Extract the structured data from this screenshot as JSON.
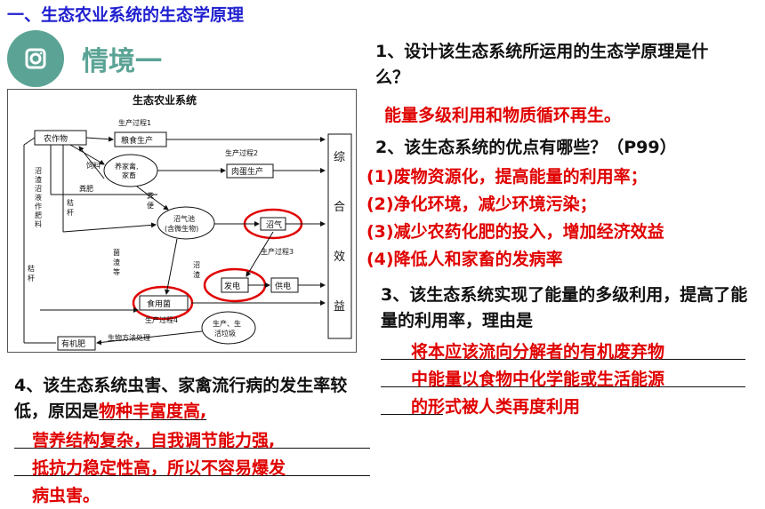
{
  "header": {
    "title": "一、生态农业系统的生态学原理"
  },
  "context": {
    "label": "情境一",
    "icon": "camera-icon"
  },
  "diagram": {
    "title": "生态农业系统",
    "nodes": {
      "crops": "农作物",
      "grain": "粮食生产",
      "livestock_1": "养家禽,",
      "livestock_2": "家畜",
      "meat": "肉蛋生产",
      "biogas_pool_1": "沼气池",
      "biogas_pool_2": "(含微生物)",
      "biogas": "沼气",
      "power": "发电",
      "supply": "供电",
      "fungi": "食用菌",
      "life_1": "生产、生",
      "life_2": "活垃圾",
      "fertilizer": "有机肥",
      "benefit": [
        "综",
        "合",
        "效",
        "益"
      ]
    },
    "labels": {
      "process1": "生产过程1",
      "process2": "生产过程2",
      "process3": "生产过程3",
      "process4": "生产过程4",
      "feed": "饲料",
      "manure": "粪肥",
      "straw1": "秸",
      "straw2": "秆",
      "straw_left1": "秸",
      "straw_left2": "秆",
      "dung": [
        "粪",
        "便"
      ],
      "biogas_residue_fertilizer": [
        "沼",
        "渣",
        "沼",
        "液",
        "作",
        "肥",
        "料"
      ],
      "fungus_residue": [
        "菌",
        "渣",
        "等"
      ],
      "biogas_residue": [
        "沼",
        "渣"
      ],
      "bio_process": "生物方法处理"
    }
  },
  "q1": {
    "question": "1、设计该生态系统所运用的生态学原理是什么？",
    "answer": "能量多级利用和物质循环再生。"
  },
  "q2": {
    "question": "2、该生态系统的优点有哪些？（P99）",
    "answers": [
      "(1)废物资源化，提高能量的利用率；",
      "(2)净化环境，减少环境污染；",
      "(3)减少农药化肥的投入，增加经济效益",
      "(4)降低人和家畜的发病率"
    ]
  },
  "q3": {
    "question": "3、该生态系统实现了能量的多级利用，提高了能量的利用率，理由是",
    "answer_lines": [
      "将本应该流向分解者的有机废弃物",
      "中能量以食物中化学能或生活能源",
      "的形式被人类再度利用"
    ]
  },
  "q4": {
    "question": "4、该生态系统虫害、家禽流行病的发生率较低，原因是",
    "answer_first": "物种丰富度高,",
    "answer_lines": [
      "营养结构复杂，自我调节能力强,",
      "抵抗力稳定性高，所以不容易爆发",
      "病虫害。"
    ]
  },
  "colors": {
    "header": "#1f1fd0",
    "accent": "#5aa395",
    "answer": "#e00000"
  }
}
